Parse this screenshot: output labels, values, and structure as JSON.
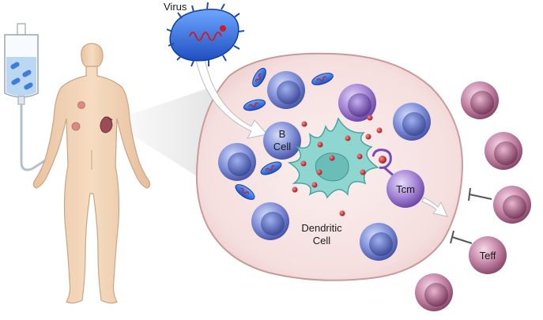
{
  "labels": {
    "virus": "Virus",
    "b_cell_line1": "B",
    "b_cell_line2": "Cell",
    "dendritic_line1": "Dendritic",
    "dendritic_line2": "Cell",
    "tcm": "Tcm",
    "teff": "Teff"
  },
  "colors": {
    "skin": "#f2d3b5",
    "skin_outline": "#c9a584",
    "lymph_node": "#f7e3e3",
    "lymph_node_outline": "#c99a9a",
    "virus_blue": "#2f6fe0",
    "virus_red": "#c81e2a",
    "b_cell_blue": "#7e8fd6",
    "t_cell_purple": "#a88ad8",
    "teff_pink": "#c88aa8",
    "dendritic_teal": "#8fd6d0",
    "iv_fluid": "#bcd7f2"
  },
  "icons": [
    "iv-bag-icon",
    "human-body-icon",
    "virus-icon",
    "lymph-node-icon",
    "dendritic-cell-icon",
    "inhibition-icon"
  ]
}
